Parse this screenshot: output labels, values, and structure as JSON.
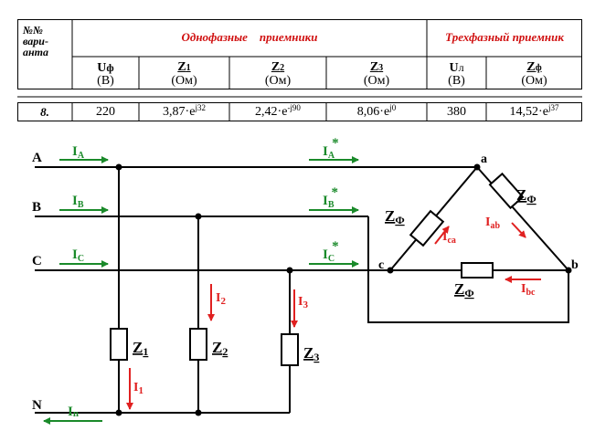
{
  "table": {
    "header_variant": "№№ вари- анта",
    "header_variant_l1": "№№",
    "header_variant_l2": "вари-",
    "header_variant_l3": "анта",
    "single_phase_title": "Однофазные    приемники",
    "three_phase_title": "Трехфазный приемник",
    "columns": [
      {
        "sym": "Uф",
        "unit": "(В)"
      },
      {
        "sym": "Z1",
        "unit": "(Ом)"
      },
      {
        "sym": "Z2",
        "unit": "(Ом)"
      },
      {
        "sym": "Z3",
        "unit": "(Ом)"
      },
      {
        "sym": "Uл",
        "unit": "(В)"
      },
      {
        "sym": "Zф",
        "unit": "(Ом)"
      }
    ],
    "row": {
      "variant": "8.",
      "uf": "220",
      "z1_base": "3,87·e",
      "z1_exp": "j32",
      "z2_base": "2,42·e",
      "z2_exp": "-j90",
      "z3_base": "8,06·e",
      "z3_exp": "j0",
      "ul": "380",
      "zf_base": "14,52·e",
      "zf_exp": "j37"
    }
  },
  "diagram": {
    "lines": {
      "A": "A",
      "B": "B",
      "C": "C",
      "N": "N"
    },
    "line_currents": {
      "IA": "A",
      "IB": "B",
      "IC": "C",
      "In": "n",
      "I_label": "I"
    },
    "star_currents": {
      "IA_star": "A",
      "IB_star": "B",
      "IC_star": "C",
      "star": "*"
    },
    "nodes": {
      "a": "a",
      "b": "b",
      "c": "c"
    },
    "delta_currents": {
      "Iab": "ab",
      "Ibc": "bc",
      "Ica": "ca"
    },
    "branch_currents": {
      "I1": "1",
      "I2": "2",
      "I3": "3"
    },
    "impedances": {
      "Z1": "1",
      "Z2": "2",
      "Z3": "3",
      "Zf": "Ф",
      "Z": "Z"
    },
    "colors": {
      "green": "#1a8a2a",
      "red": "#e02020",
      "wire": "#000000"
    }
  }
}
